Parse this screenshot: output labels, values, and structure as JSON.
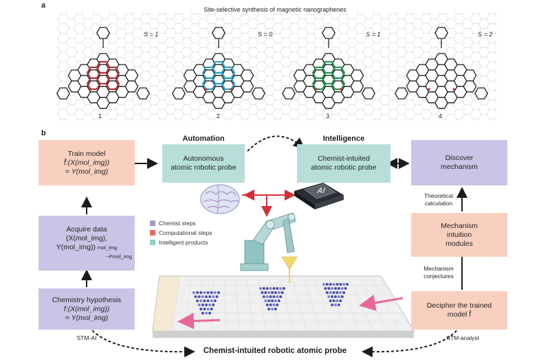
{
  "panel_a": {
    "letter": "a",
    "title": "Site-selective synthesis of magnetic nanographenes",
    "molecules": [
      {
        "spin": "S = 1",
        "label": "1",
        "highlight": "#b5313e"
      },
      {
        "spin": "S = 0",
        "label": "2",
        "highlight": "#2aa3c4"
      },
      {
        "spin": "S = 1",
        "label": "3",
        "highlight": "#239a55"
      },
      {
        "spin": "S = 2",
        "label": "4",
        "highlight": "none"
      }
    ]
  },
  "panel_b": {
    "letter": "b",
    "boxes": {
      "train_model": {
        "line1": "Train model",
        "line2": "f̂:(X(mol_img))",
        "line3": "= Y(mol_img)"
      },
      "acquire_data": {
        "line1": "Acquire data",
        "line2": "(X(mol_img),",
        "line3": "Y(mol_img))",
        "sub1": "mol_img",
        "sub2": "~Pmol_img"
      },
      "chemistry_hypothesis": {
        "line1": "Chemistry hypothesis",
        "line2": "f:(X(mol_img))",
        "line3": "= Y(mol_img)"
      },
      "autonomous": {
        "line1": "Autonomous",
        "line2": "atomic robotic probe"
      },
      "chemist_intuited": {
        "line1": "Chemist-intuited",
        "line2": "atomic robotic probe"
      },
      "discover": {
        "line1": "Discover",
        "line2": "mechanism"
      },
      "mechanism_modules": {
        "line1": "Mechanism",
        "line2": "intuition",
        "line3": "modules"
      },
      "decipher": {
        "line1": "Decipher the trained",
        "line2": "model f̂"
      }
    },
    "headings": {
      "automation": "Automation",
      "intelligence": "Intelligence"
    },
    "side_labels": {
      "theoretical_1": "Theoretical",
      "theoretical_2": "calculation",
      "conjectures_1": "Mechanism",
      "conjectures_2": "conjectures",
      "stm_ai": "STM-AI",
      "stm_analyst": "STM-analyst"
    },
    "legend": [
      {
        "label": "Chemist steps",
        "color": "#9f9ac9"
      },
      {
        "label": "Computational steps",
        "color": "#e8685a"
      },
      {
        "label": "Intelligent products",
        "color": "#8fcfc6"
      }
    ],
    "ai_chip_label": "AI",
    "bottom_title": "Chemist-intuited robotic atomic probe"
  },
  "colors": {
    "pink_box": "#f9d0bf",
    "lavender_box": "#c9c5e6",
    "teal_box": "#b7ded8",
    "red_arrow": "#d0303a",
    "pink_arrow": "#e8679a"
  }
}
